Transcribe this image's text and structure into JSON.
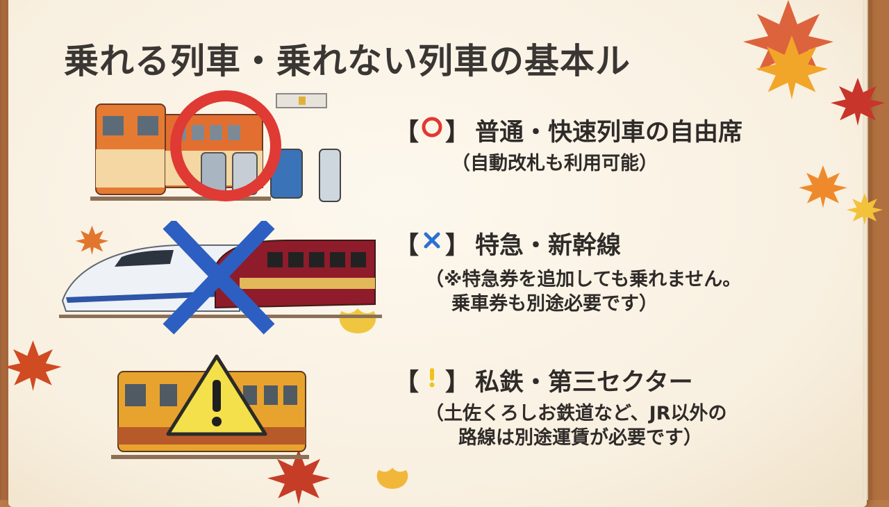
{
  "title": "乗れる列車・乗れない列車の基本ル",
  "rules": [
    {
      "bracket_open": "【",
      "bracket_close": "】",
      "mark": "circle-icon",
      "mark_color": "#e2382f",
      "heading": "普通・快速列車の自由席",
      "note_lines": [
        "（自動改札も利用可能）"
      ]
    },
    {
      "bracket_open": "【",
      "bracket_close": "】",
      "mark": "cross-icon",
      "mark_color": "#2c6fd6",
      "heading": "特急・新幹線",
      "note_lines": [
        "（※特急券を追加しても乗れません。",
        "乗車券も別途必要です）"
      ]
    },
    {
      "bracket_open": "【",
      "bracket_close": "】",
      "mark": "exclamation-icon",
      "mark_color": "#f2c21a",
      "heading": "私鉄・第三セクター",
      "note_lines": [
        "（土佐くろしお鉄道など、JR以外の",
        "路線は別途運賃が必要です）"
      ]
    }
  ],
  "illustrations": {
    "top": {
      "symbol": "red-circle-icon",
      "color": "#e03a35"
    },
    "middle": {
      "symbol": "blue-cross-icon",
      "color": "#2d5fc2"
    },
    "bottom": {
      "symbol": "warning-triangle-icon",
      "color": "#f4e04a"
    }
  }
}
